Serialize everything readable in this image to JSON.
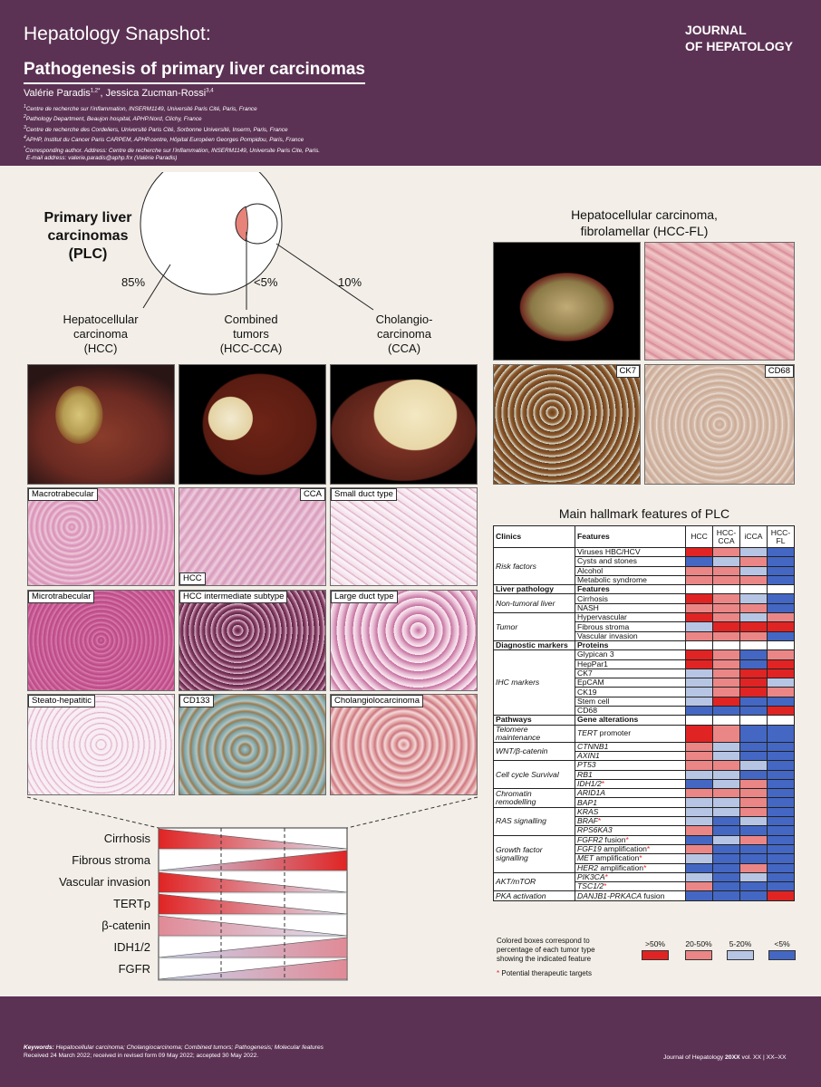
{
  "header": {
    "title": "Hepatology Snapshot:",
    "subtitle": "Pathogenesis of primary liver carcinomas",
    "journal_line1": "JOURNAL",
    "journal_line2": "OF HEPATOLOGY",
    "author1": "Valérie Paradis",
    "author1_sup": "1,2*",
    "author2": ", Jessica Zucman-Rossi",
    "author2_sup": "3,4",
    "affiliations": [
      {
        "sup": "1",
        "text": "Centre de recherche sur l’inflammation, INSERM1149, Université Paris Cité, Paris, France"
      },
      {
        "sup": "2",
        "text": "Pathology Department, Beaujon hospital, APHP.Nord, Clichy, France"
      },
      {
        "sup": "3",
        "text": "Centre de recherche des Cordeliers, Université Paris Cité, Sorbonne Université, Inserm, Paris, France"
      },
      {
        "sup": "4",
        "text": "APHP, Institut du Cancer Paris CARPEM, APHP.centre, Hôpital Européen Georges Pompidou, Paris, France"
      },
      {
        "sup": "*",
        "text": "Corresponding author. Address: Centre de recherche sur l’inflammation, INSERM1149, Universite Paris Cite, Paris."
      },
      {
        "sup": "",
        "text": "E-mail address: valerie.paradis@aphp.frx (Valérie Paradis)"
      }
    ]
  },
  "venn": {
    "title": "Primary liver carcinomas (PLC)",
    "pct_hcc": "85%",
    "pct_combined": "<5%",
    "pct_cca": "10%",
    "label_hcc": [
      "Hepatocellular",
      "carcinoma",
      "(HCC)"
    ],
    "label_combined": [
      "Combined",
      "tumors",
      "(HCC-CCA)"
    ],
    "label_cca": [
      "Cholangio-",
      "carcinoma",
      "(CCA)"
    ]
  },
  "tiles": {
    "macrotrabecular": "Macrotrabecular",
    "cca": "CCA",
    "hcc": "HCC",
    "small_duct": "Small duct type",
    "microtrabecular": "Microtrabecular",
    "hcc_intermediate": "HCC intermediate subtype",
    "large_duct": "Large duct type",
    "steato": "Steato-hepatitic",
    "cd133": "CD133",
    "cholangiolocarcinoma": "Cholangiolocarcinoma",
    "ck7": "CK7",
    "cd68": "CD68"
  },
  "fl": {
    "title_line1": "Hepatocellular carcinoma,",
    "title_line2": "fibrolamellar (HCC-FL)"
  },
  "gradients": {
    "rows": [
      {
        "label": "Cirrhosis",
        "shape": "high-left",
        "color": "#e02424"
      },
      {
        "label": "Fibrous stroma",
        "shape": "high-right",
        "color": "#e02424"
      },
      {
        "label": "Vascular invasion",
        "shape": "high-left",
        "color": "#e02424"
      },
      {
        "label": "TERTp",
        "shape": "high-left",
        "color": "#e02424"
      },
      {
        "label": "β-catenin",
        "shape": "high-left",
        "color": "#e08a96"
      },
      {
        "label": "IDH1/2",
        "shape": "high-right",
        "color": "#e08a96"
      },
      {
        "label": "FGFR",
        "shape": "high-right",
        "color": "#e08a96"
      }
    ]
  },
  "table": {
    "title": "Main hallmark features of PLC",
    "col_headers": [
      "HCC",
      "HCC-CCA",
      "iCCA",
      "HCC-FL"
    ],
    "col_headers_display": [
      [
        "HCC"
      ],
      [
        "HCC-",
        "CCA"
      ],
      [
        "iCCA"
      ],
      [
        "HCC-",
        "FL"
      ]
    ],
    "sections": [
      {
        "left": "Clinics",
        "right": "Features",
        "header_row": true,
        "groups": [
          {
            "category": "Risk factors",
            "rows": [
              {
                "feature": "Viruses HBC/HCV",
                "italic": false,
                "cells": [
                  ">50%",
                  "20-50%",
                  "5-20%",
                  "<5%"
                ]
              },
              {
                "feature": "Cysts and stones",
                "italic": false,
                "cells": [
                  "<5%",
                  "5-20%",
                  "20-50%",
                  "<5%"
                ]
              },
              {
                "feature": "Alcohol",
                "italic": false,
                "cells": [
                  "20-50%",
                  "20-50%",
                  "5-20%",
                  "<5%"
                ]
              },
              {
                "feature": "Metabolic syndrome",
                "italic": false,
                "cells": [
                  "20-50%",
                  "20-50%",
                  "20-50%",
                  "<5%"
                ]
              }
            ]
          }
        ]
      },
      {
        "left": "Liver pathology",
        "right": "Features",
        "header_row": true,
        "groups": [
          {
            "category": "Non-tumoral liver",
            "rows": [
              {
                "feature": "Cirrhosis",
                "italic": false,
                "cells": [
                  ">50%",
                  "20-50%",
                  "5-20%",
                  "<5%"
                ]
              },
              {
                "feature": "NASH",
                "italic": false,
                "cells": [
                  "20-50%",
                  "20-50%",
                  "20-50%",
                  "<5%"
                ]
              }
            ]
          },
          {
            "category": "Tumor",
            "rows": [
              {
                "feature": "Hypervascular",
                "italic": false,
                "cells": [
                  ">50%",
                  "20-50%",
                  "5-20%",
                  "20-50%"
                ]
              },
              {
                "feature": "Fibrous stroma",
                "italic": false,
                "cells": [
                  "5-20%",
                  ">50%",
                  ">50%",
                  ">50%"
                ]
              },
              {
                "feature": "Vascular invasion",
                "italic": false,
                "cells": [
                  "20-50%",
                  "20-50%",
                  "20-50%",
                  "<5%"
                ]
              }
            ]
          }
        ]
      },
      {
        "left": "Diagnostic markers",
        "right": "Proteins",
        "header_row": true,
        "groups": [
          {
            "category": "IHC markers",
            "rows": [
              {
                "feature": "Glypican 3",
                "italic": false,
                "cells": [
                  ">50%",
                  "20-50%",
                  "<5%",
                  "20-50%"
                ]
              },
              {
                "feature": "HepPar1",
                "italic": false,
                "cells": [
                  ">50%",
                  "20-50%",
                  "<5%",
                  ">50%"
                ]
              },
              {
                "feature": "CK7",
                "italic": false,
                "cells": [
                  "5-20%",
                  "20-50%",
                  ">50%",
                  ">50%"
                ]
              },
              {
                "feature": "EpCAM",
                "italic": false,
                "cells": [
                  "5-20%",
                  "20-50%",
                  ">50%",
                  "5-20%"
                ]
              },
              {
                "feature": "CK19",
                "italic": false,
                "cells": [
                  "5-20%",
                  "20-50%",
                  ">50%",
                  "20-50%"
                ]
              },
              {
                "feature": "Stem cell",
                "italic": false,
                "cells": [
                  "5-20%",
                  ">50%",
                  "<5%",
                  "<5%"
                ]
              },
              {
                "feature": "CD68",
                "italic": false,
                "cells": [
                  "<5%",
                  "<5%",
                  "<5%",
                  ">50%"
                ]
              }
            ]
          }
        ]
      },
      {
        "left": "Pathways",
        "right": "Gene alterations",
        "header_row": true,
        "groups": [
          {
            "category": "Telomere maintenance",
            "rows": [
              {
                "feature": "TERT promoter",
                "italic": "first",
                "cells": [
                  ">50%",
                  "20-50%",
                  "<5%",
                  "<5%"
                ]
              }
            ]
          },
          {
            "category": "WNT/β-catenin",
            "rows": [
              {
                "feature": "CTNNB1",
                "italic": true,
                "cells": [
                  "20-50%",
                  "5-20%",
                  "<5%",
                  "<5%"
                ]
              },
              {
                "feature": "AXIN1",
                "italic": true,
                "cells": [
                  "20-50%",
                  "5-20%",
                  "<5%",
                  "<5%"
                ]
              }
            ]
          },
          {
            "category": "Cell cycle Survival",
            "rows": [
              {
                "feature": "PT53",
                "italic": true,
                "cells": [
                  "20-50%",
                  "20-50%",
                  "5-20%",
                  "<5%"
                ]
              },
              {
                "feature": "RB1",
                "italic": true,
                "cells": [
                  "5-20%",
                  "5-20%",
                  "<5%",
                  "<5%"
                ]
              },
              {
                "feature": "IDH1/2",
                "star": true,
                "italic": true,
                "cells": [
                  "<5%",
                  "5-20%",
                  "20-50%",
                  "<5%"
                ]
              }
            ]
          },
          {
            "category": "Chromatin remodelling",
            "rows": [
              {
                "feature": "ARID1A",
                "italic": true,
                "cells": [
                  "20-50%",
                  "20-50%",
                  "20-50%",
                  "<5%"
                ]
              },
              {
                "feature": "BAP1",
                "italic": true,
                "cells": [
                  "5-20%",
                  "5-20%",
                  "20-50%",
                  "<5%"
                ]
              }
            ]
          },
          {
            "category": "RAS signalling",
            "rows": [
              {
                "feature": "KRAS",
                "italic": true,
                "cells": [
                  "5-20%",
                  "5-20%",
                  "20-50%",
                  "<5%"
                ]
              },
              {
                "feature": "BRAF",
                "star": true,
                "italic": true,
                "cells": [
                  "5-20%",
                  "<5%",
                  "5-20%",
                  "<5%"
                ]
              },
              {
                "feature": "RPS6KA3",
                "italic": true,
                "cells": [
                  "20-50%",
                  "<5%",
                  "<5%",
                  "<5%"
                ]
              }
            ]
          },
          {
            "category": "Growth factor signalling",
            "rows": [
              {
                "feature": "FGFR2 fusion",
                "star": true,
                "italic": "first",
                "cells": [
                  "<5%",
                  "5-20%",
                  "20-50%",
                  "<5%"
                ]
              },
              {
                "feature": "FGF19 amplification",
                "star": true,
                "italic": "first",
                "cells": [
                  "20-50%",
                  "<5%",
                  "<5%",
                  "<5%"
                ]
              },
              {
                "feature": "MET amplification",
                "star": true,
                "italic": "first",
                "cells": [
                  "5-20%",
                  "<5%",
                  "<5%",
                  "<5%"
                ]
              },
              {
                "feature": "HER2 amplification",
                "star": true,
                "italic": "first",
                "cells": [
                  "<5%",
                  "<5%",
                  "20-50%",
                  "<5%"
                ]
              }
            ]
          },
          {
            "category": "AKT/mTOR",
            "rows": [
              {
                "feature": "PIK3CA",
                "star": true,
                "italic": true,
                "cells": [
                  "5-20%",
                  "<5%",
                  "5-20%",
                  "<5%"
                ]
              },
              {
                "feature": "TSC1/2",
                "star": true,
                "italic": true,
                "cells": [
                  "20-50%",
                  "<5%",
                  "<5%",
                  "<5%"
                ]
              }
            ]
          },
          {
            "category": "PKA activation",
            "rows": [
              {
                "feature": "DANJB1-PRKACA fusion",
                "italic": "first",
                "cells": [
                  "<5%",
                  "<5%",
                  "<5%",
                  ">50%"
                ]
              }
            ]
          }
        ]
      }
    ],
    "colors": {
      ">50%": "#e02424",
      "20-50%": "#eb8686",
      "5-20%": "#b7c5e4",
      "<5%": "#4467c4"
    }
  },
  "legend": {
    "note_line1": "Colored boxes correspond to",
    "note_line2": "percentage of each tumor type",
    "note_line3": "showing the indicated feature",
    "items": [
      ">50%",
      "20-50%",
      "5-20%",
      "<5%"
    ],
    "star_note": "Potential therapeutic targets",
    "star": "*"
  },
  "footer": {
    "keywords_label": "Keywords:",
    "keywords": "Hepatocellular carcinoma; Cholangiocarcinoma; Combined tumors; Pathogenesis; Molecular features",
    "received": "Received 24 March 2022; received in revised form 09 May 2022; accepted 30 May 2022.",
    "citation_prefix": "Journal of Hepatology ",
    "citation_year": "20XX",
    "citation_suffix": " vol. XX | XX–XX"
  }
}
